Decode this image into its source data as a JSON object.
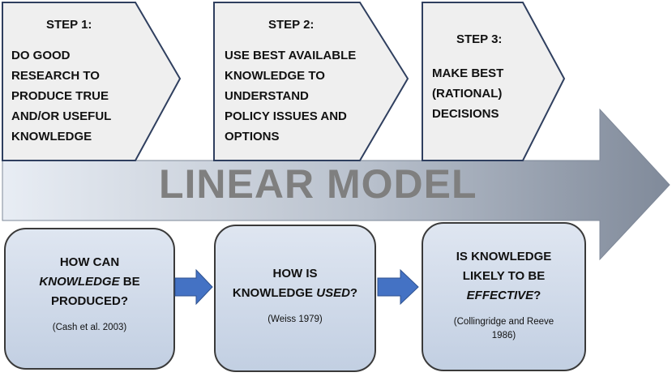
{
  "steps": [
    {
      "title": "STEP 1:",
      "lines": [
        "DO GOOD",
        "RESEARCH TO",
        "PRODUCE TRUE",
        "AND/OR USEFUL",
        "KNOWLEDGE"
      ]
    },
    {
      "title": "STEP 2:",
      "lines": [
        "USE BEST AVAILABLE",
        "KNOWLEDGE TO",
        "UNDERSTAND",
        "POLICY ISSUES AND",
        "OPTIONS"
      ]
    },
    {
      "title": "STEP 3:",
      "lines": [
        "MAKE BEST",
        "(RATIONAL)",
        "DECISIONS"
      ]
    }
  ],
  "model_label": "LINEAR MODEL",
  "questions": [
    {
      "l1": "HOW CAN",
      "l2_italic": "KNOWLEDGE",
      "l2_rest": " BE",
      "l3": "PRODUCED?",
      "citation": "(Cash et al. 2003)"
    },
    {
      "l1": "HOW IS",
      "l2_plain": "KNOWLEDGE ",
      "l2_italic": "USED",
      "l2_rest": "?",
      "citation": "(Weiss 1979)"
    },
    {
      "l1": "IS KNOWLEDGE",
      "l2": "LIKELY TO BE",
      "l3_italic": "EFFECTIVE",
      "l3_rest": "?",
      "citation_l1": "(Collingridge and Reeve",
      "citation_l2": "1986)"
    }
  ],
  "colors": {
    "pentagon_fill": "#efefef",
    "pentagon_stroke": "#2f3f5f",
    "band_gradient_start": "#e6ecf3",
    "band_gradient_end": "#8a94a4",
    "box_fill": "#cdd8e8",
    "box_stroke": "#3a3a3a",
    "small_arrow": "#4472c4",
    "label_gray": "#7f7f7f"
  }
}
